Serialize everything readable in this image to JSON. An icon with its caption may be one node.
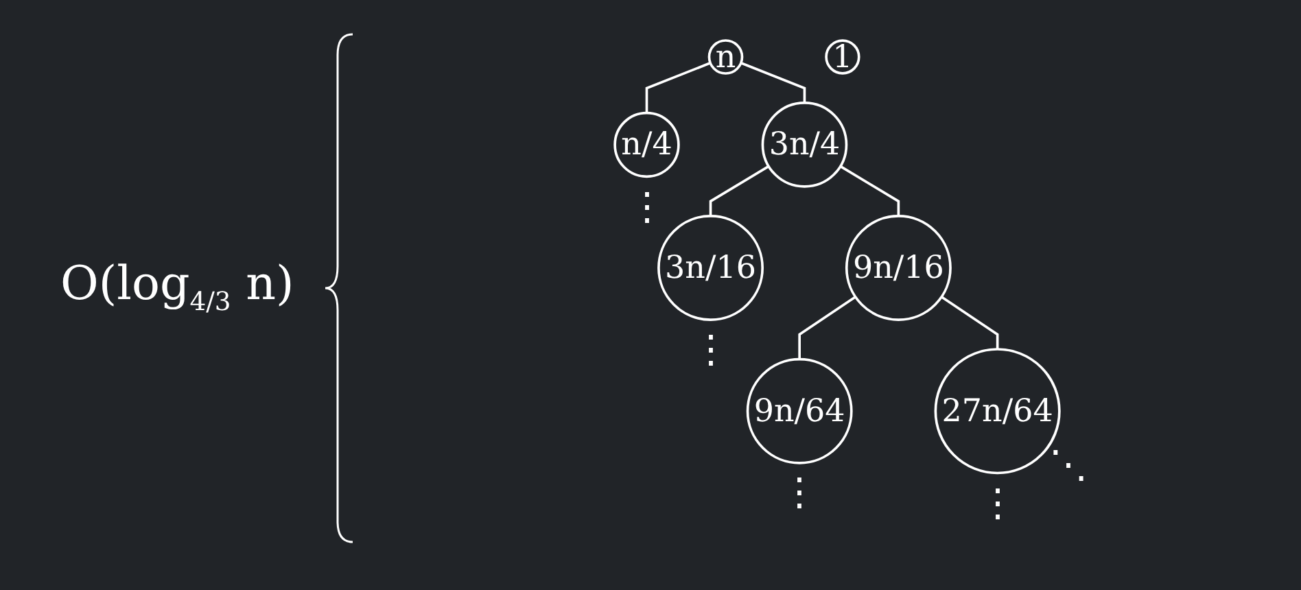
{
  "diagram": {
    "nodes": [
      {
        "text": [
          "n"
        ]
      },
      {
        "text": [
          "n/4"
        ],
        "beside": [
          "⋮"
        ]
      },
      {
        "text": [
          "3n/4"
        ]
      },
      {
        "text": [
          "3n/16"
        ],
        "beside": [
          "⋮"
        ]
      },
      {
        "text": [
          "9n/16"
        ]
      },
      {
        "text": [
          "9n/64"
        ],
        "beside": [
          "⋮"
        ]
      },
      {
        "text": [
          "27n/64"
        ],
        "beside": [
          "⋱",
          "⋮"
        ]
      },
      {
        "text": [
          "1"
        ]
      }
    ],
    "edges": [
      {
        "from": 0,
        "to": 1,
        "arrow": "none"
      },
      {
        "from": 0,
        "to": 2,
        "arrow": "none"
      },
      {
        "from": 2,
        "to": 3,
        "arrow": "none"
      },
      {
        "from": 2,
        "to": 4,
        "arrow": "none"
      },
      {
        "from": 4,
        "to": 5,
        "arrow": "none"
      },
      {
        "from": 4,
        "to": 6,
        "arrow": "none"
      }
    ],
    "labels": [
      "O(log$_{4/3}$ n)"
    ]
  }
}
